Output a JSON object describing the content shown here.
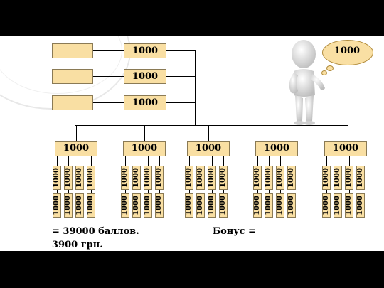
{
  "top_boxes": [
    {
      "label": ""
    },
    {
      "label": ""
    },
    {
      "label": ""
    }
  ],
  "top_values": [
    "1000",
    "1000",
    "1000"
  ],
  "thought_value": "1000",
  "groups": [
    {
      "label": "1000",
      "children": [
        "1000",
        "1000",
        "1000",
        "1000",
        "1000",
        "1000",
        "1000",
        "1000"
      ]
    },
    {
      "label": "1000",
      "children": [
        "1000",
        "1000",
        "1000",
        "1000",
        "1000",
        "1000",
        "1000",
        "1000"
      ]
    },
    {
      "label": "1000",
      "children": [
        "1000",
        "1000",
        "1000",
        "1000",
        "1000",
        "1000",
        "1000",
        "1000"
      ]
    },
    {
      "label": "1000",
      "children": [
        "1000",
        "1000",
        "1000",
        "1000",
        "1000",
        "1000",
        "1000",
        "1000"
      ]
    },
    {
      "label": "1000",
      "children": [
        "1000",
        "1000",
        "1000",
        "1000",
        "1000",
        "1000",
        "1000",
        "1000"
      ]
    }
  ],
  "summary": {
    "total": "= 39000 баллов.",
    "bonus": "Бонус =",
    "amount": "3900 грн."
  },
  "colors": {
    "box_fill": "#f9dfa3",
    "line": "#000000",
    "frame": "#000000"
  }
}
